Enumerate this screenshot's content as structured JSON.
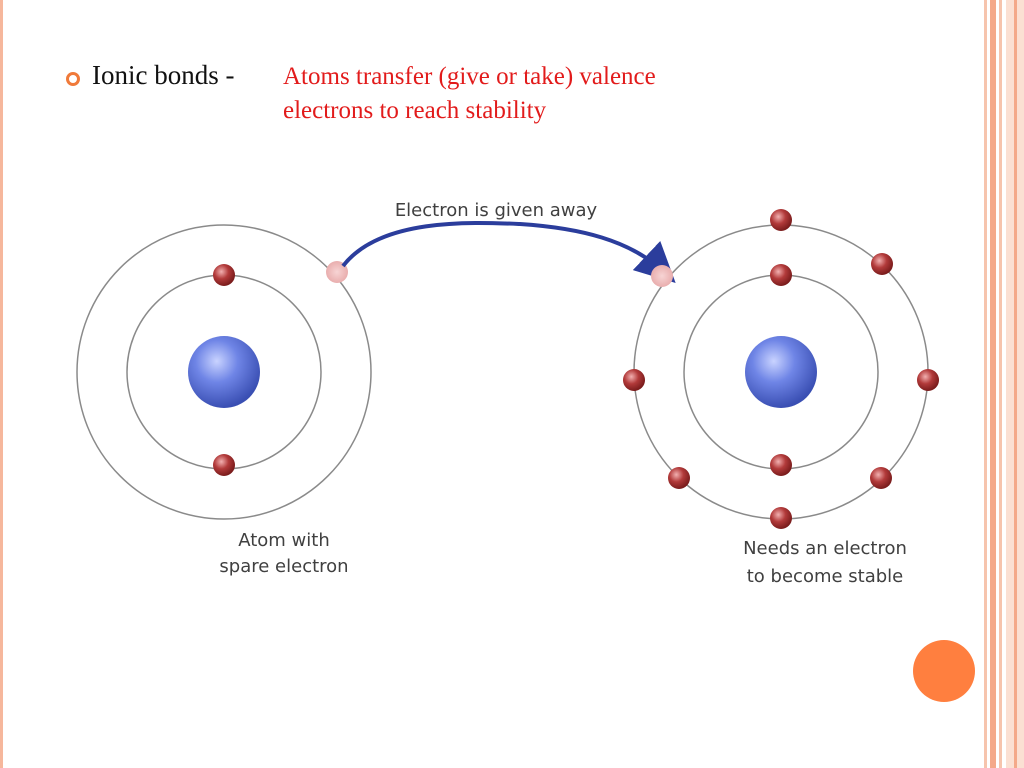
{
  "slide": {
    "bullet_label": "Ionic bonds -",
    "bullet_description_line1": "Atoms transfer (give or take) valence",
    "bullet_description_line2": "electrons to reach stability"
  },
  "diagram": {
    "transfer_label": "Electron is given away",
    "left_atom_caption": [
      "Atom with",
      "spare electron"
    ],
    "right_atom_caption": [
      "Needs an electron",
      "to become stable"
    ],
    "left_atom_electrons": {
      "inner_shell": 2,
      "outer_shell": 1
    },
    "right_atom_electrons": {
      "inner_shell": 2,
      "outer_shell": 7
    }
  },
  "colors": {
    "accent": "#f07a3a",
    "description_text": "#e21b1b",
    "nucleus": "#5a73d8",
    "electron": "#b23a3a",
    "arrow": "#2b3d9c",
    "frame_stripe": "#f4a98a"
  }
}
